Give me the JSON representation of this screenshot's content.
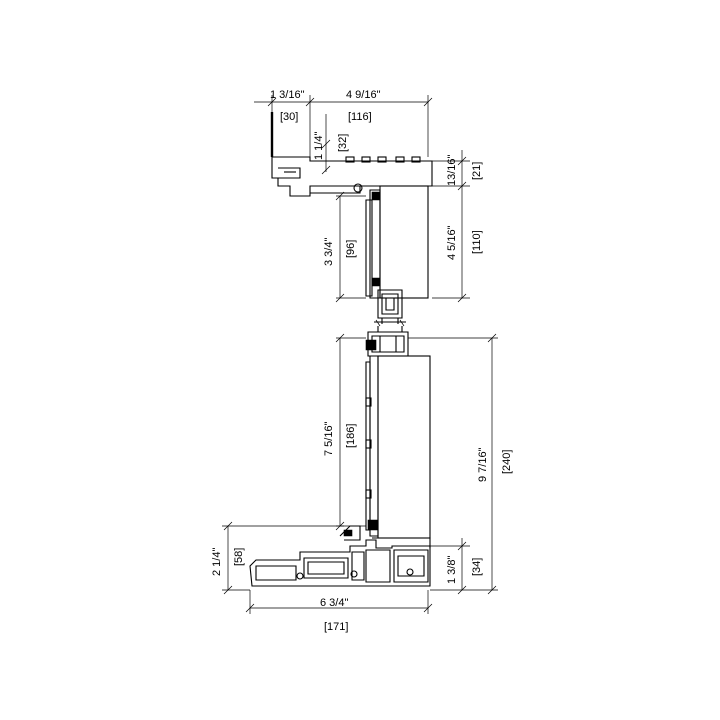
{
  "colors": {
    "line": "#000000",
    "background": "#ffffff"
  },
  "dimensions": {
    "head_projection_in": "1 3/16\"",
    "head_projection_mm": "[30]",
    "head_depth_in": "4 9/16\"",
    "head_depth_mm": "[116]",
    "head_lip_in": "1 1/4\"",
    "head_lip_mm": "[32]",
    "head_gap_in": "13/16\"",
    "head_gap_mm": "[21]",
    "upper_glass_in": "3 3/4\"",
    "upper_glass_mm": "[96]",
    "upper_sash_in": "4 5/16\"",
    "upper_sash_mm": "[110]",
    "lower_glass_in": "7 5/16\"",
    "lower_glass_mm": "[186]",
    "lower_sash_in": "9 7/16\"",
    "lower_sash_mm": "[240]",
    "sill_height_in": "2 1/4\"",
    "sill_height_mm": "[58]",
    "sill_rise_in": "1 3/8\"",
    "sill_rise_mm": "[34]",
    "sill_depth_in": "6 3/4\"",
    "sill_depth_mm": "[171]"
  }
}
